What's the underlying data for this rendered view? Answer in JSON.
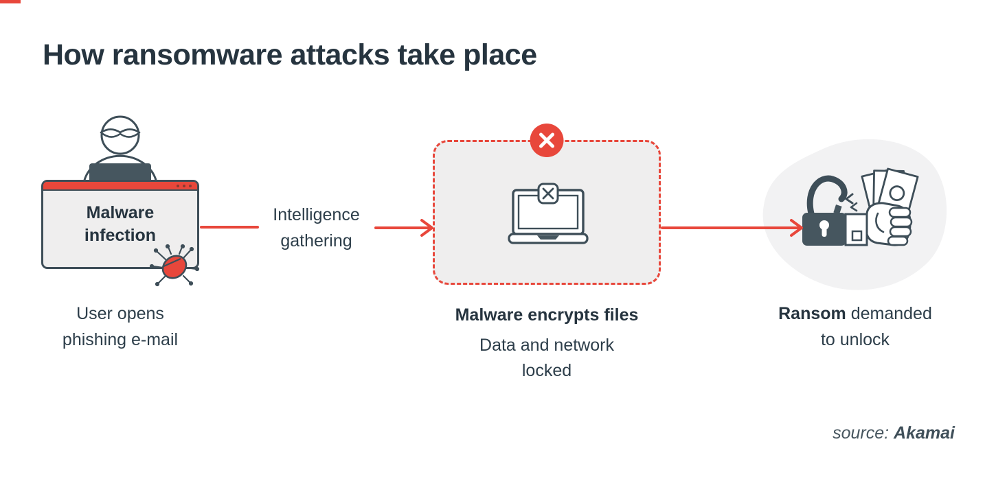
{
  "title": "How ransomware attacks take place",
  "colors": {
    "accent_red": "#E8473B",
    "ink_dark": "#26343F",
    "slate_stroke": "#3E4E58",
    "slate_fill": "#46565F",
    "panel_gray": "#EFEEEE",
    "blob_gray": "#F2F2F3"
  },
  "stage1": {
    "icon": "hacker-at-browser-window",
    "window_title": {
      "line1": "Malware",
      "line2": "infection"
    },
    "caption": {
      "line1": "User opens",
      "line2": "phishing e-mail"
    }
  },
  "connector1": {
    "label": {
      "line1": "Intelligence",
      "line2": "gathering"
    }
  },
  "stage2": {
    "icon": "laptop-error",
    "caption_title": "Malware encrypts files",
    "caption": {
      "line1": "Data and network",
      "line2": "locked"
    }
  },
  "stage3": {
    "icon": "unlocked-padlock-hand-with-money",
    "caption": {
      "bold": "Ransom",
      "rest": " demanded",
      "line2": "to unlock"
    }
  },
  "source": {
    "prefix": "source: ",
    "name": "Akamai"
  }
}
